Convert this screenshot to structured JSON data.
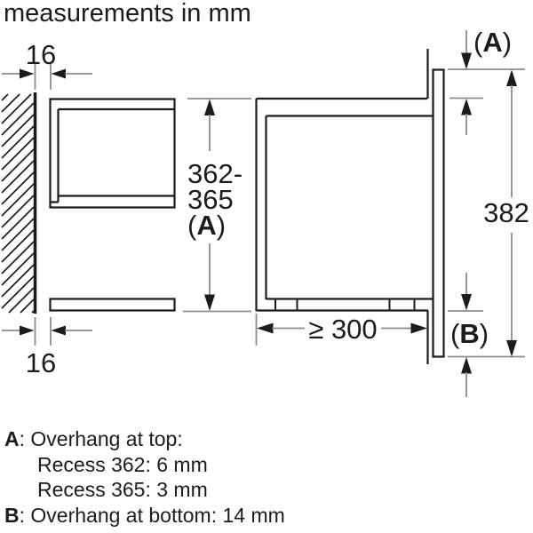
{
  "title": "measurements in mm",
  "dimensions": {
    "wall_gap_top": "16",
    "wall_gap_bottom": "16",
    "niche_height_line1": "362-",
    "niche_height_line2": "365",
    "front_height": "382",
    "min_depth": "≥ 300"
  },
  "labels": {
    "a": {
      "pre": "(",
      "letter": "A",
      "post": ")"
    },
    "b": {
      "pre": "(",
      "letter": "B",
      "post": ")"
    }
  },
  "notes": [
    {
      "key": "A",
      "rest": ": Overhang at top:"
    },
    {
      "key": "",
      "rest": "Recess 362: 6 mm"
    },
    {
      "key": "",
      "rest": "Recess 365: 3 mm"
    },
    {
      "key": "B",
      "rest": ": Overhang at bottom: 14 mm"
    }
  ]
}
